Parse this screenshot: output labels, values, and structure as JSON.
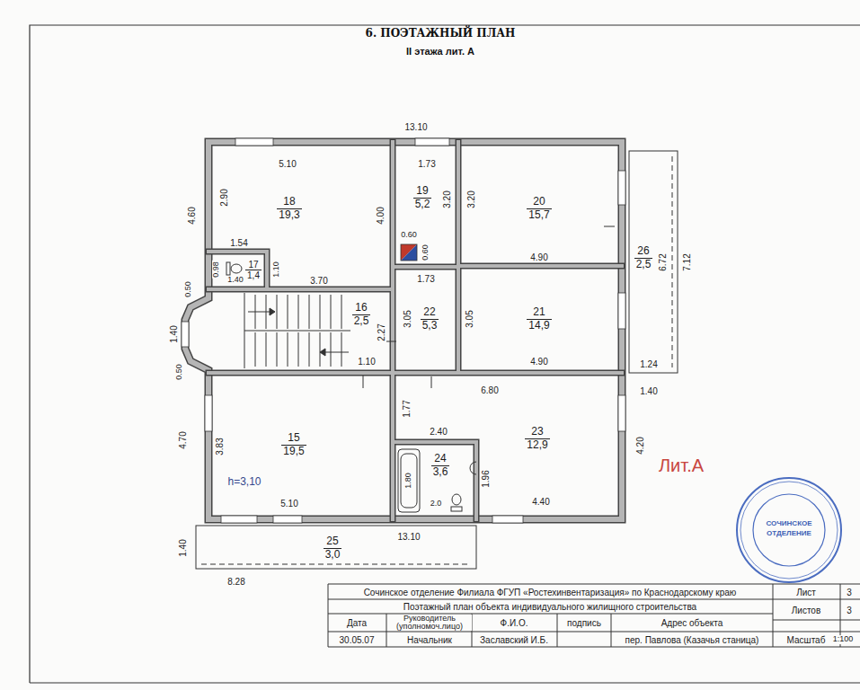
{
  "diagram": {
    "title": "6. ПОЭТАЖНЫЙ ПЛАН",
    "nodes": [
      {
        "text": [
          "18",
          "19,3"
        ]
      },
      {
        "text": [
          "19",
          "5,2"
        ]
      },
      {
        "text": [
          "20",
          "15,7"
        ]
      },
      {
        "text": [
          "17",
          "1,4"
        ]
      },
      {
        "text": [
          "26",
          "2,5"
        ]
      },
      {
        "text": [
          "16",
          "2,5"
        ]
      },
      {
        "text": [
          "22",
          "5,3"
        ]
      },
      {
        "text": [
          "21",
          "14,9"
        ]
      },
      {
        "text": [
          "15",
          "19,5"
        ]
      },
      {
        "text": [
          "23",
          "12,9"
        ]
      },
      {
        "text": [
          "24",
          "3,6"
        ]
      },
      {
        "text": [
          "25",
          "3,0"
        ]
      }
    ],
    "labels": [
      "II этажа лит. А",
      "13.10",
      "5.10",
      "2.90",
      "4.60",
      "4.00",
      "1.54",
      "0.98",
      "1.10",
      "1.40",
      "3.70",
      "1.73",
      "3.20",
      "0.60",
      "0.60",
      "3.20",
      "4.90",
      "1.73",
      "6.72",
      "7.12",
      "0.50",
      "2.27",
      "1.40",
      "3.05",
      "3.05",
      "0.50",
      "1.10",
      "4.90",
      "1.24",
      "6.80",
      "1.40",
      "1.77",
      "2.40",
      "4.70",
      "3.83",
      "4.20",
      "Лит.А",
      "1.96",
      "1.80",
      "h=3,10",
      "2.0",
      "5.10",
      "4.40",
      "13.10",
      "1.40",
      "8.28",
      "СОЧИНСКОЕ",
      "ОТДЕЛЕНИЕ",
      "Сочинское отделение Филиала ФГУП «Ростехинвентаризация» по Краснодарскому краю",
      "Лист",
      "3",
      "Поэтажный план объекта индивидуального жилищного строительства",
      "Листов",
      "3",
      "Дата",
      "Руководитель (уполномоч.лицо)",
      "Ф.И.О.",
      "подпись",
      "Адрес объекта",
      "30.05.07",
      "Начальник",
      "Заславский И.Б.",
      "пер. Павлова (Казачья станица)",
      "Масштаб",
      "1:100"
    ]
  }
}
